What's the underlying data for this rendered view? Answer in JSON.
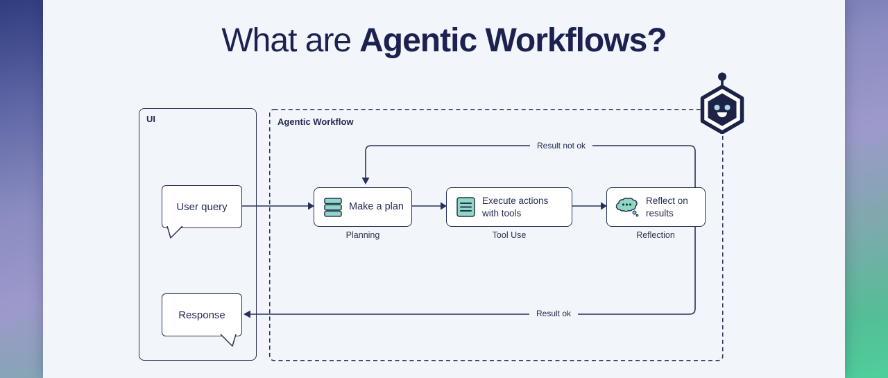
{
  "title": {
    "prefix": "What are",
    "emphasis": "Agentic Workflows?"
  },
  "ui_panel": {
    "label": "UI",
    "user_query_label": "User query",
    "response_label": "Response"
  },
  "workflow_panel": {
    "label": "Agentic Workflow",
    "steps": [
      {
        "label": "Make a plan",
        "sublabel": "Planning",
        "icon": "stack-icon"
      },
      {
        "label": "Execute actions with tools",
        "sublabel": "Tool Use",
        "icon": "document-lines-icon"
      },
      {
        "label": "Reflect on results",
        "sublabel": "Reflection",
        "icon": "thought-bubble-icon"
      }
    ],
    "edge_labels": {
      "retry": "Result not ok",
      "success": "Result ok"
    }
  },
  "robot": {
    "icon": "robot-hexagon-icon"
  },
  "colors": {
    "navy": "#232a52",
    "line": "#27305a",
    "teal": "#8fd9c1",
    "card_bg": "#f2f6fa",
    "eye_blue": "#abdbe9",
    "title": "#1d2150"
  }
}
